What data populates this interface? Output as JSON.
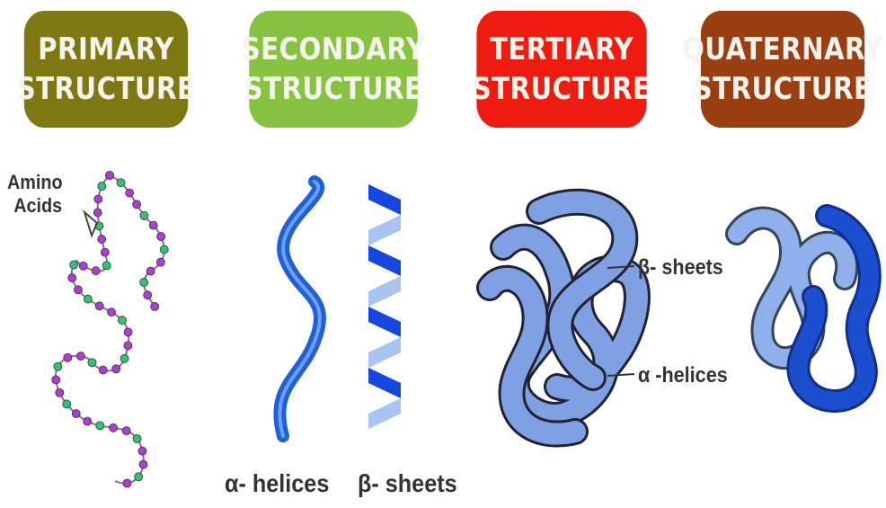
{
  "headers": [
    {
      "line1": "PRIMARY",
      "line2": "STRUCTURE",
      "color": "#7f7711"
    },
    {
      "line1": "SECONDARY",
      "line2": "STRUCTURE",
      "color": "#87c241"
    },
    {
      "line1": "TERTIARY",
      "line2": "STRUCTURE",
      "color": "#ee1c10"
    },
    {
      "line1": "QUATERNARY",
      "line2": "STRUCTURE",
      "color": "#9a3f12"
    }
  ],
  "labels": {
    "amino_line1": "Amino",
    "amino_line2": "Acids",
    "alpha_helices": "α- helices",
    "beta_sheets": "β- sheets",
    "tertiary_beta": "β- sheets",
    "tertiary_alpha": "α -helices"
  },
  "colors": {
    "amino_purple": "#b03bd6",
    "amino_green": "#2fc46e",
    "helix_blue": "#1f5fd8",
    "sheet_dark": "#1646e0",
    "sheet_light": "#a9c4f2",
    "tertiary_fill": "#7fa1e4",
    "quaternary_dark": "#1c4fd0"
  }
}
